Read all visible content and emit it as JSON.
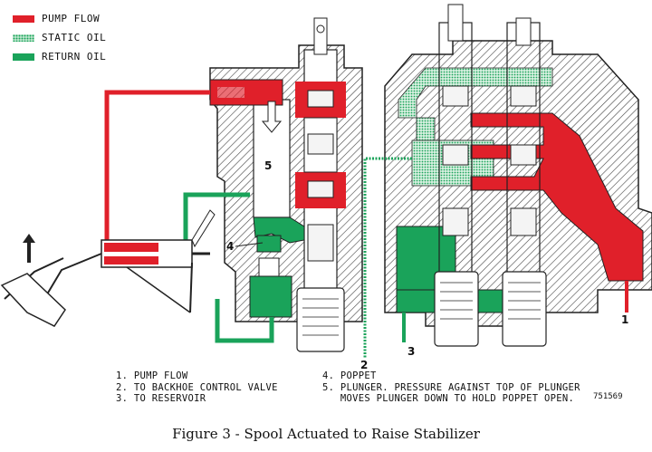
{
  "legend": [
    {
      "label": "PUMP FLOW",
      "color": "#e0202a"
    },
    {
      "label": "STATIC OIL",
      "color": "#1aa35a"
    },
    {
      "label": "RETURN OIL",
      "color": "#1aa35a"
    }
  ],
  "callouts": {
    "n1": "1",
    "n2": "2",
    "n3": "3",
    "n4": "4",
    "n5": "5"
  },
  "notes_left": [
    "1. PUMP FLOW",
    "2. TO BACKHOE CONTROL VALVE",
    "3. TO RESERVOIR"
  ],
  "notes_right": [
    "4. POPPET",
    "5. PLUNGER. PRESSURE AGAINST TOP OF PLUNGER",
    "   MOVES PLUNGER DOWN TO HOLD POPPET OPEN."
  ],
  "figure_number": "751569",
  "caption": "Figure 3 - Spool Actuated to Raise Stabilizer"
}
